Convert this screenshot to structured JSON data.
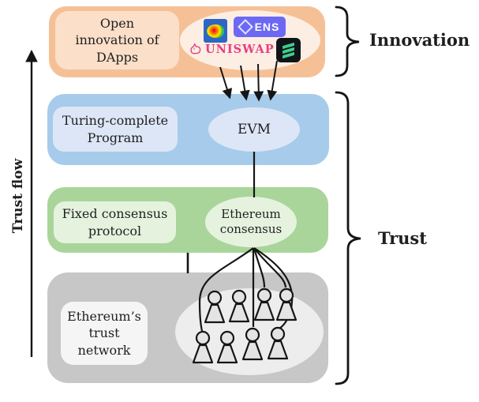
{
  "figure": {
    "trust_flow_label": "Trust flow",
    "innovation_label": "Innovation",
    "trust_label": "Trust"
  },
  "dapps_band": {
    "box_lines": [
      "Open",
      "innovation of",
      "DApps"
    ],
    "ens_text": "ENS",
    "uniswap_text": "UNISWAP"
  },
  "program_band": {
    "box_lines": [
      "Turing-complete",
      "Program"
    ],
    "ellipse_label": "EVM"
  },
  "consensus_band": {
    "box_lines": [
      "Fixed consensus",
      "protocol"
    ],
    "ellipse_lines": [
      "Ethereum",
      "consensus"
    ]
  },
  "network_band": {
    "box_lines": [
      "Ethereum’s",
      "trust",
      "network"
    ]
  },
  "colors": {
    "orange_band": "#f6c096",
    "orange_box": "#fbdfc8",
    "orange_ellipse": "#fdeee3",
    "blue_band": "#a7cbea",
    "blue_inner": "#dde6f6",
    "green_band": "#a9d59a",
    "green_inner": "#e5f3de",
    "gray_band": "#c7c7c7",
    "gray_box": "#f5f5f5",
    "gray_ellipse": "#ededed",
    "person_fill": "#e4e4e4",
    "line": "#151515",
    "text": "#1f1f1f",
    "ens_bg": "#6c68f4",
    "ens_text": "#ffffff",
    "uniswap_pink": "#e83e80",
    "brain_bg": "#2f66c4",
    "layers_bg": "#101418",
    "layers_green": "#3ecf8e"
  }
}
